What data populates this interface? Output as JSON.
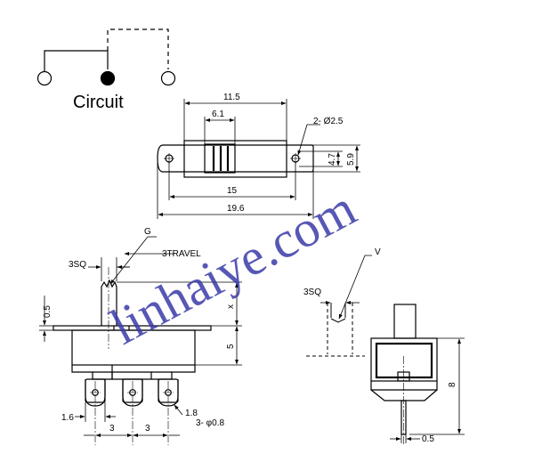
{
  "circuit": {
    "label": "Circuit"
  },
  "top_view": {
    "dim_11_5": "11.5",
    "dim_6_1": "6.1",
    "dim_holes": "2- Ø2.5",
    "dim_4_7": "4.7",
    "dim_5_9": "5.9",
    "dim_15": "15",
    "dim_19_6": "19.6"
  },
  "side_view": {
    "label_g": "G",
    "label_3sq": "3SQ",
    "label_travel": "3TRAVEL",
    "dim_0_5": "0.5",
    "dim_x": "x",
    "dim_5": "5",
    "dim_1_6": "1.6",
    "dim_1_8": "1.8",
    "dim_pin_holes": "3- φ0.8",
    "dim_pitch_left": "3",
    "dim_pitch_right": "3"
  },
  "end_view": {
    "label_v": "V",
    "label_3sq": "3SQ",
    "dim_8": "8",
    "dim_0_5": "0.5"
  },
  "watermark": {
    "text": "linhaiye.com"
  },
  "colors": {
    "line": "#000000",
    "watermark": "#3a3aa8"
  }
}
